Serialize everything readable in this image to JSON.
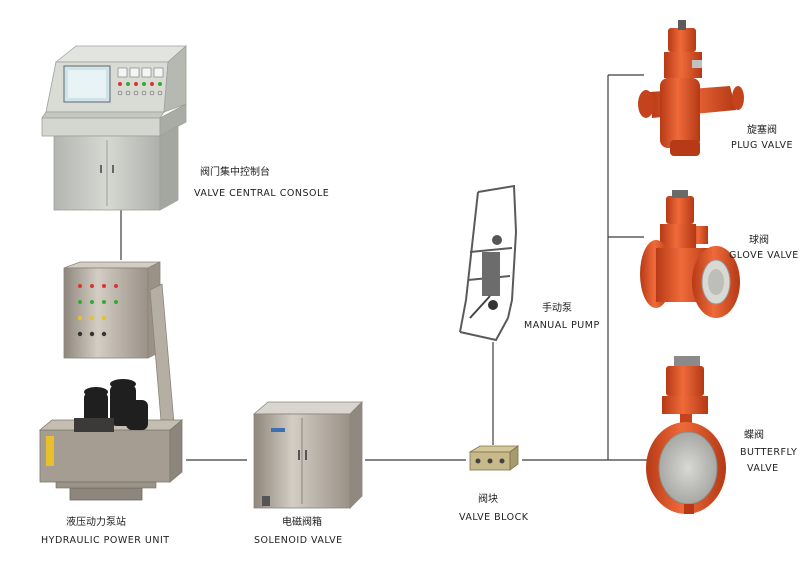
{
  "nodes": {
    "console": {
      "zh": "阀门集中控制台",
      "en": "VALVE CENTRAL CONSOLE"
    },
    "hpu": {
      "zh": "液压动力泵站",
      "en": "HYDRAULIC POWER UNIT"
    },
    "solenoid": {
      "zh": "电磁阀箱",
      "en": "SOLENOID VALVE"
    },
    "block": {
      "zh": "阀块",
      "en": "VALVE BLOCK"
    },
    "pump": {
      "zh": "手动泵",
      "en": "MANUAL PUMP"
    },
    "plug": {
      "zh": "旋塞阀",
      "en": "PLUG VALVE"
    },
    "glove": {
      "zh": "球阀",
      "en": "GLOVE VALVE"
    },
    "butterfly": {
      "zh": "蝶阀",
      "en1": "BUTTERFLY",
      "en2": "VALVE"
    }
  },
  "colors": {
    "line": "#3c3c3c",
    "valve_orange": "#e0542a",
    "cabinet_grey": "#c9cbc6",
    "steel": "#b8b2a8"
  }
}
